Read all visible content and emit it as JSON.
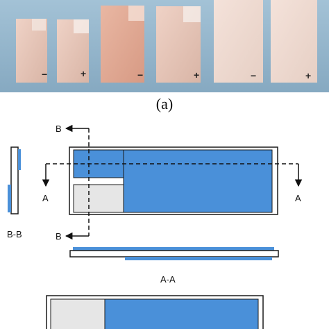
{
  "photo": {
    "strips": [
      {
        "sign": "−"
      },
      {
        "sign": "+"
      },
      {
        "sign": "−"
      },
      {
        "sign": "+"
      },
      {
        "sign": "−"
      },
      {
        "sign": "+"
      }
    ]
  },
  "caption": "(a)",
  "diagram": {
    "section_b_top": "B",
    "section_b_bottom": "B",
    "section_a_left": "A",
    "section_a_right": "A",
    "view_bb": "B-B",
    "view_aa": "A-A"
  },
  "colors": {
    "background_photo": "#8eb1c9",
    "strip": "#e8c9bd",
    "electrode_blue": "#4a90d9",
    "separator_grey": "#e6e6e6",
    "outline": "#1a1a1a"
  }
}
